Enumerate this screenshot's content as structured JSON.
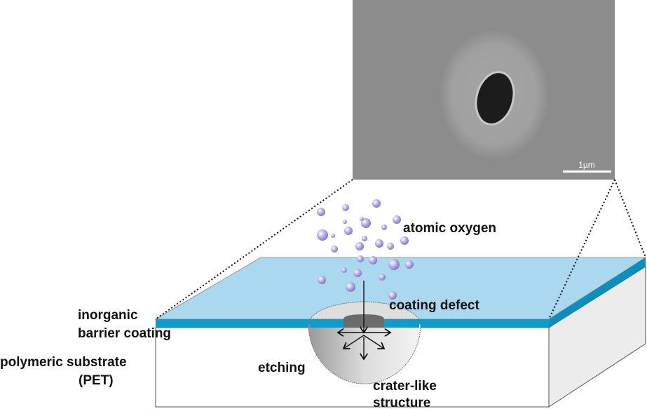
{
  "sem_image": {
    "scale_bar": "1µm"
  },
  "labels": {
    "atomic_oxygen": "atomic oxygen",
    "coating_defect": "coating defect",
    "inorganic_1": "inorganic",
    "inorganic_2": "barrier coating",
    "substrate_1": "polymeric substrate",
    "substrate_2": "(PET)",
    "etching": "etching",
    "crater_1": "crater-like",
    "crater_2": "structure"
  },
  "colors": {
    "coating": "#0d9ccc",
    "coating_top": "#aad9ef",
    "particle": "#9a90d8"
  }
}
